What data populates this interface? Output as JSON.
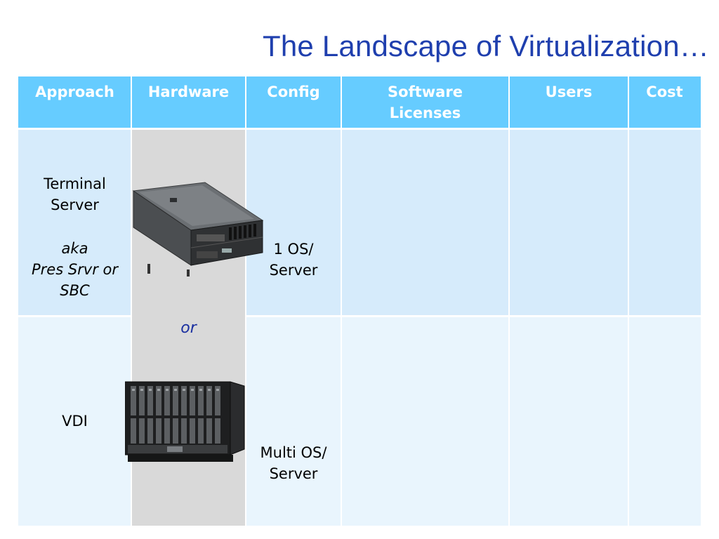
{
  "slide": {
    "title": "The Landscape of Virtualization…"
  },
  "table": {
    "headers": [
      "Approach",
      "Hardware",
      "Config",
      "Software Licenses",
      "Users",
      "Cost"
    ],
    "rows": [
      {
        "approach_line1": "Terminal",
        "approach_line2": "Server",
        "approach_aka": "aka",
        "approach_alt1": "Pres Srvr or",
        "approach_alt2": "SBC",
        "config_line1": "1 OS/",
        "config_line2": "Server",
        "hardware_icon": "rack-server-icon"
      },
      {
        "approach_line1": "VDI",
        "config_line1": "Multi OS/",
        "config_line2": "Server",
        "hardware_icon": "blade-server-icon"
      }
    ],
    "hardware_separator": "or"
  },
  "colors": {
    "title": "#1f3fae",
    "header_bg": "#66ccff",
    "row1_bg": "#d6ebfb",
    "row2_bg": "#e9f5fd",
    "hardware_bg": "#d9d9d9"
  }
}
